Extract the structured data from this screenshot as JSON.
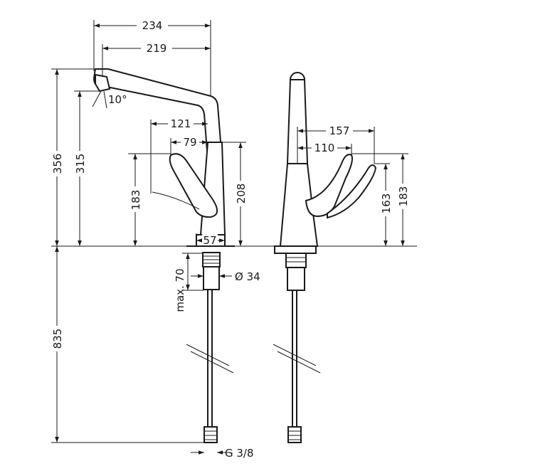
{
  "dimensions": {
    "overall_reach": "234",
    "spout_reach": "219",
    "spout_angle": "10°",
    "lever_reach_front": "121",
    "lever_offset_front": "79",
    "lever_height_front": "183",
    "total_height": "356",
    "spout_height": "315",
    "body_height": "208",
    "base_width": "57",
    "max_thickness": "max. 70",
    "hole_diameter": "Ø 34",
    "hose_length": "835",
    "connection": "G 3/8",
    "lever_reach_side": "157",
    "lever_offset_side": "110",
    "lever_height_side_low": "163",
    "lever_height_side_high": "183"
  }
}
